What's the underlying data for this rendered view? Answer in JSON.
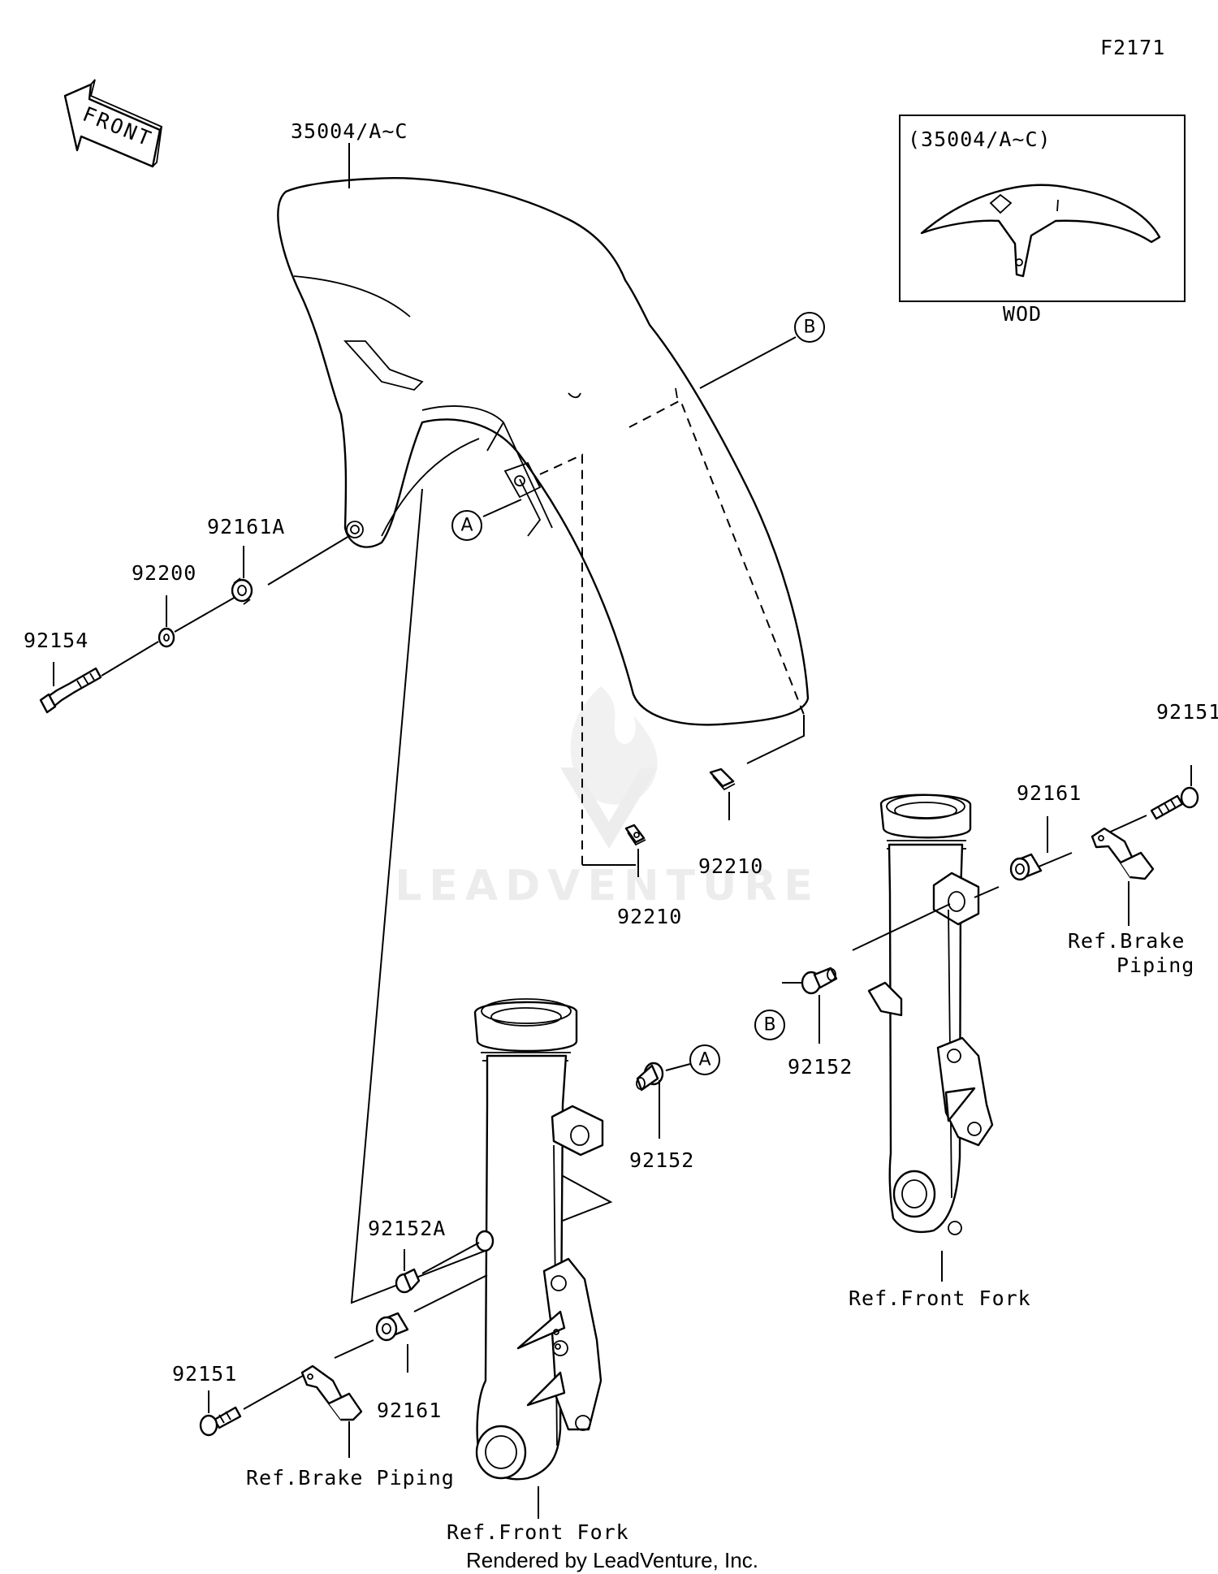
{
  "figure_code": "F2171",
  "front_arrow_text": "FRONT",
  "inset": {
    "part_ref": "(35004/A~C)",
    "caption": "WOD"
  },
  "parts": {
    "fender": "35004/A~C",
    "bushing_a": "92161A",
    "washer": "92200",
    "bolt_left": "92154",
    "nut_clip_upper": "92210",
    "nut_clip_lower": "92210",
    "bolt_right_top": "92151",
    "collar_right": "92161",
    "bolt_b": "92152",
    "bolt_a": "92152",
    "bolt_small": "92152A",
    "collar_left": "92161",
    "bolt_left_bottom": "92151"
  },
  "refs": {
    "brake_piping_right_line1": "Ref.Brake",
    "brake_piping_right_line2": "Piping",
    "front_fork_right": "Ref.Front Fork",
    "brake_piping_left": "Ref.Brake Piping",
    "front_fork_left": "Ref.Front Fork"
  },
  "callouts": {
    "a": "A",
    "b": "B"
  },
  "watermark": "LEADVENTURE",
  "footer": "Rendered by LeadVenture, Inc."
}
